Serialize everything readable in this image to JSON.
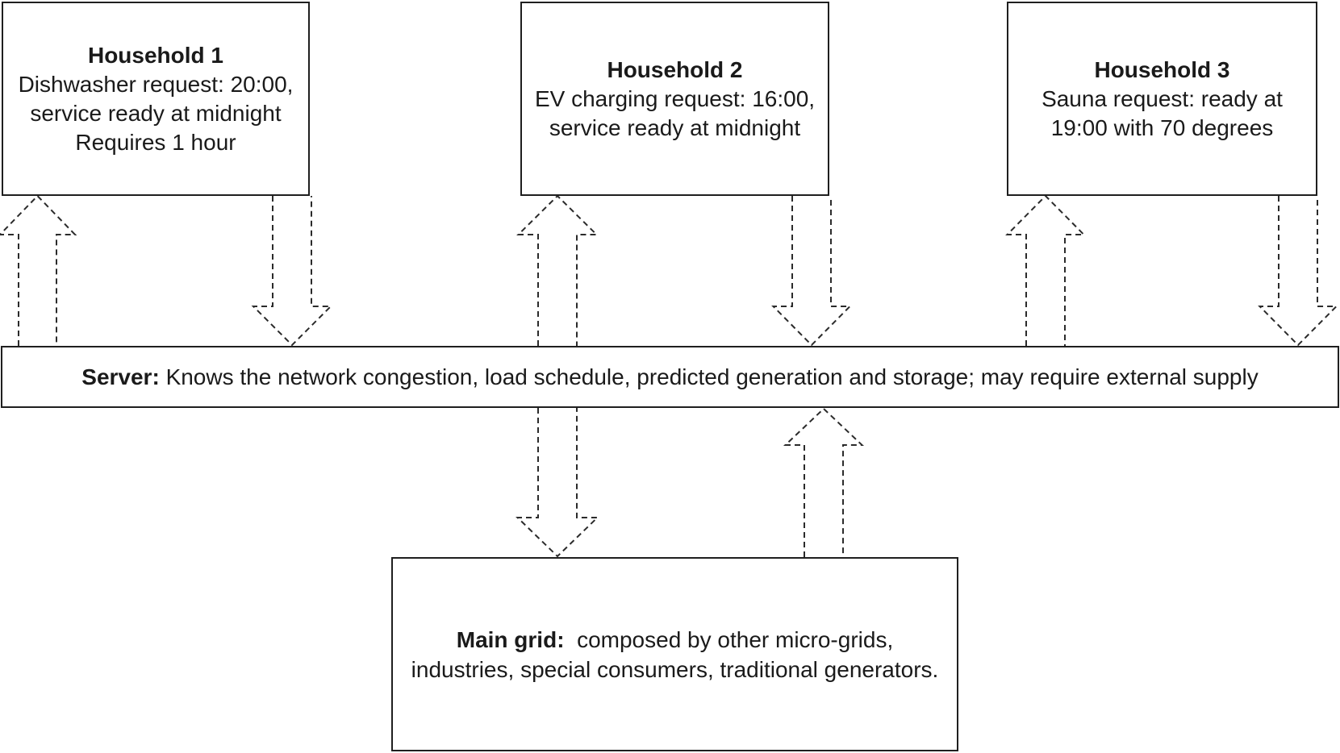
{
  "diagram": {
    "background_color": "#ffffff",
    "colors": {
      "box_border": "#1f1f1f",
      "arrow_stroke": "#2b2b2b",
      "text": "#1a1a1a",
      "background": "#ffffff"
    },
    "households": [
      {
        "id": "household-1",
        "title": "Household 1",
        "lines": [
          "Dishwasher request: 20:00,",
          "service ready at midnight",
          "Requires 1 hour"
        ]
      },
      {
        "id": "household-2",
        "title": "Household 2",
        "lines": [
          "EV charging request: 16:00,",
          "service ready at midnight"
        ]
      },
      {
        "id": "household-3",
        "title": "Household 3",
        "lines": [
          "Sauna request: ready at",
          "19:00 with 70 degrees"
        ]
      }
    ],
    "server": {
      "title": "Server:",
      "text": "Knows the network congestion, load schedule, predicted generation and storage; may require external supply"
    },
    "main_grid": {
      "title": "Main grid:",
      "text_line1": "composed by other micro-grids,",
      "text_line2": "industries, special consumers, traditional generators."
    },
    "connections": [
      {
        "id": "server-to-household1",
        "from": "server",
        "to": "household-1",
        "direction": "up",
        "style": "dashed-block-arrow"
      },
      {
        "id": "household1-to-server",
        "from": "household-1",
        "to": "server",
        "direction": "down",
        "style": "dashed-block-arrow"
      },
      {
        "id": "server-to-household2",
        "from": "server",
        "to": "household-2",
        "direction": "up",
        "style": "dashed-block-arrow"
      },
      {
        "id": "household2-to-server",
        "from": "household-2",
        "to": "server",
        "direction": "down",
        "style": "dashed-block-arrow"
      },
      {
        "id": "server-to-household3",
        "from": "server",
        "to": "household-3",
        "direction": "up",
        "style": "dashed-block-arrow"
      },
      {
        "id": "household3-to-server",
        "from": "household-3",
        "to": "server",
        "direction": "down",
        "style": "dashed-block-arrow"
      },
      {
        "id": "server-to-maingrid",
        "from": "server",
        "to": "main-grid",
        "direction": "down",
        "style": "dashed-block-arrow"
      },
      {
        "id": "maingrid-to-server",
        "from": "main-grid",
        "to": "server",
        "direction": "up",
        "style": "dashed-block-arrow"
      }
    ]
  }
}
